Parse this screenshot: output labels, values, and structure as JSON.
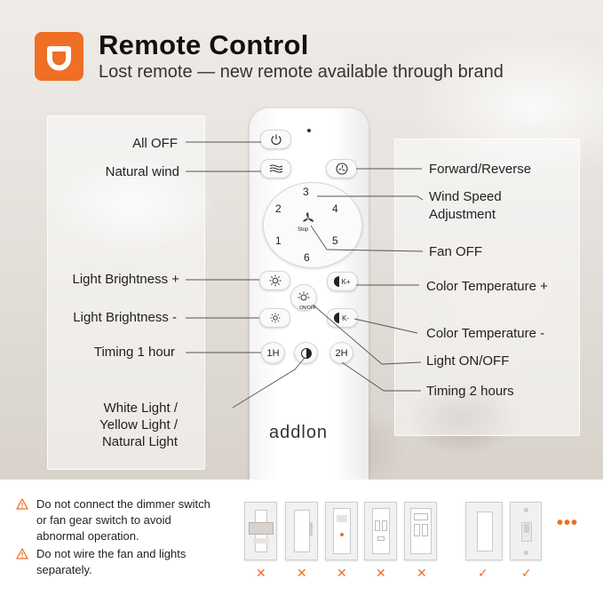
{
  "header": {
    "title": "Remote Control",
    "subtitle": "Lost remote — new remote available through brand",
    "logo_icon": "orange-ring-logo-icon",
    "accent_color": "#ee6f25"
  },
  "remote": {
    "brand": "addlon",
    "dial_numbers": [
      "3",
      "2",
      "4",
      "1",
      "5",
      "6"
    ],
    "stop_label": "Stop",
    "onoff_label": "ON/OFF",
    "timer_1h_label": "1H",
    "timer_2h_label": "2H"
  },
  "callouts_left": {
    "all_off": "All OFF",
    "natural_wind": "Natural wind",
    "light_brightness_plus": "Light Brightness +",
    "light_brightness_minus": "Light Brightness -",
    "timing_1_hour": "Timing 1 hour",
    "white_light_line1": "White Light /",
    "white_light_line2": "Yellow Light /",
    "white_light_line3": "Natural Light"
  },
  "callouts_right": {
    "forward_reverse": "Forward/Reverse",
    "wind_speed_line1": "Wind Speed",
    "wind_speed_line2": "Adjustment",
    "fan_off": "Fan OFF",
    "color_temp_plus": "Color Temperature +",
    "color_temp_minus": "Color Temperature -",
    "light_on_off": "Light ON/OFF",
    "timing_2_hours": "Timing 2 hours"
  },
  "warnings": {
    "line1": "Do not connect the dimmer switch",
    "line2": "or fan gear switch to avoid",
    "line3": "abnormal operation.",
    "line4": "Do not wire the fan and lights",
    "line5": "separately."
  },
  "switch_marks": [
    "✕",
    "✕",
    "✕",
    "✕",
    "✕",
    "✓",
    "✓"
  ],
  "more_dots": "•••"
}
